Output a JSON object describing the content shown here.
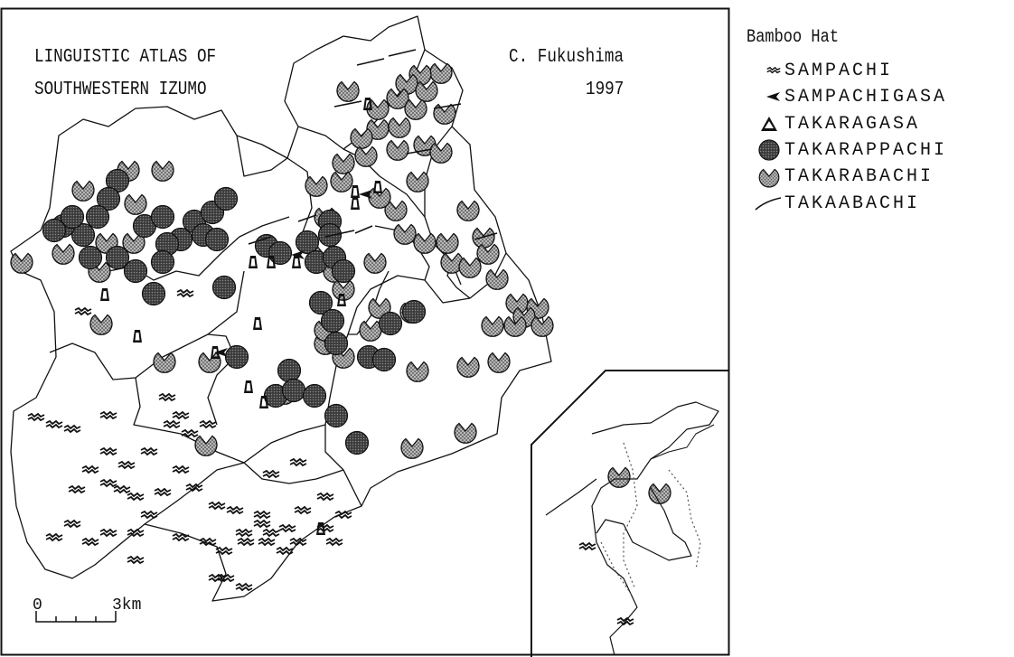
{
  "map": {
    "title_line1": "LINGUISTIC ATLAS OF",
    "title_line2": "SOUTHWESTERN IZUMO",
    "author": "C. Fukushima",
    "year": "1997",
    "scale": {
      "zero": "0",
      "end": "3km"
    },
    "colors": {
      "ink": "#111111",
      "dot_fill": "#555555",
      "stipple_fill": "#9a9a9a",
      "background": "#ffffff"
    }
  },
  "legend": {
    "title": "Bamboo Hat",
    "items": [
      {
        "label": "SAMPACHI",
        "icon": "wave-mark-icon"
      },
      {
        "label": "SAMPACHIGASA",
        "icon": "arrowhead-icon"
      },
      {
        "label": "TAKARAGASA",
        "icon": "triangle-icon"
      },
      {
        "label": "TAKARAPPACHI",
        "icon": "dark-disc-icon"
      },
      {
        "label": "TAKARABACHI",
        "icon": "notched-disc-icon"
      },
      {
        "label": "TAKAABACHI",
        "icon": "line-icon"
      }
    ]
  }
}
